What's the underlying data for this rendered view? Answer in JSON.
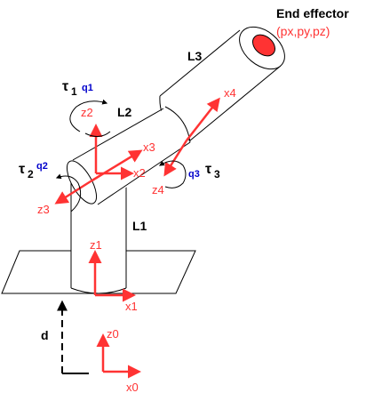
{
  "title": "End effector",
  "end_effector_coords": "(px,py,pz)",
  "links": {
    "l1": "L1",
    "l2": "L2",
    "l3": "L3"
  },
  "torques": {
    "t1": {
      "symbol": "τ",
      "sub": "1",
      "q": "q1"
    },
    "t2": {
      "symbol": "τ",
      "sub": "2",
      "q": "q2"
    },
    "t3": {
      "symbol": "τ",
      "sub": "3",
      "q": "q3"
    }
  },
  "frames": {
    "x0": "x0",
    "z0": "z0",
    "x1": "x1",
    "z1": "z1",
    "x2": "x2",
    "z2": "z2",
    "x3": "x3",
    "z3": "z3",
    "x4": "x4",
    "z4": "z4"
  },
  "offset_label": "d",
  "colors": {
    "frame_red": "#ff3333",
    "joint_blue": "#0000cc",
    "outline": "#000000",
    "end_cap": "#ff3333"
  }
}
